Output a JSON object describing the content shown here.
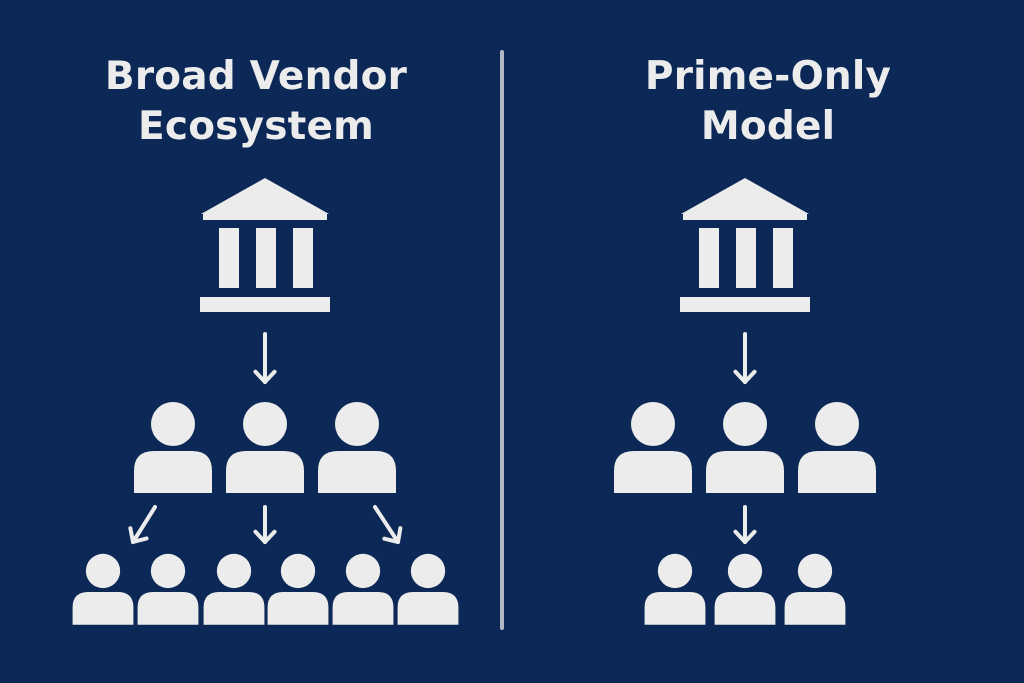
{
  "colors": {
    "background": "#0b2856",
    "foreground": "#ececec",
    "divider": "#b4b8c2"
  },
  "left": {
    "title_line1": "Broad Vendor",
    "title_line2": "Ecosystem",
    "top_icon": "institution-icon",
    "tier1_people": 3,
    "tier2_people": 6
  },
  "right": {
    "title_line1": "Prime-Only",
    "title_line2": "Model",
    "top_icon": "institution-icon",
    "tier1_people": 3,
    "tier2_people": 3
  }
}
